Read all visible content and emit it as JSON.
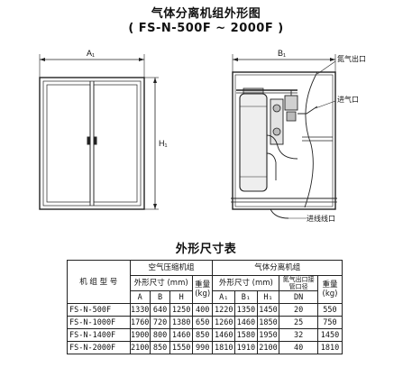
{
  "titles": {
    "main": "气体分离机组外形图",
    "sub": "( FS-N-500F ~ 2000F )",
    "table": "外形尺寸表"
  },
  "drawing": {
    "dim_a1": "A₁",
    "dim_b1": "B₁",
    "dim_h1": "H₁",
    "label_nitrogen_out": "氮气出口",
    "label_air_in": "进气口",
    "label_cable_in": "进线线口"
  },
  "table": {
    "col_model": "机 组 型 号",
    "group_compressor": "空气压缩机组",
    "group_separator": "气体分离机组",
    "dims_label": "外形尺寸 (mm)",
    "weight_label": "重量 (kg)",
    "nozzle_label": "氮气出口接管口径",
    "dn_label": "DN",
    "sub_a": "A",
    "sub_b": "B",
    "sub_h": "H",
    "sub_a1": "A₁",
    "sub_b1": "B₁",
    "sub_h1": "H₁",
    "rows": [
      {
        "model": "FS-N-500F",
        "a": "1330",
        "b": "640",
        "h": "1250",
        "w": "400",
        "a1": "1220",
        "b1": "1350",
        "h1": "1450",
        "dn": "20",
        "w1": "550"
      },
      {
        "model": "FS-N-1000F",
        "a": "1760",
        "b": "720",
        "h": "1380",
        "w": "650",
        "a1": "1260",
        "b1": "1460",
        "h1": "1850",
        "dn": "25",
        "w1": "750"
      },
      {
        "model": "FS-N-1400F",
        "a": "1900",
        "b": "800",
        "h": "1460",
        "w": "850",
        "a1": "1460",
        "b1": "1580",
        "h1": "1950",
        "dn": "32",
        "w1": "1450"
      },
      {
        "model": "FS-N-2000F",
        "a": "2100",
        "b": "850",
        "h": "1550",
        "w": "990",
        "a1": "1810",
        "b1": "1910",
        "h1": "2100",
        "dn": "40",
        "w1": "1810"
      }
    ]
  }
}
